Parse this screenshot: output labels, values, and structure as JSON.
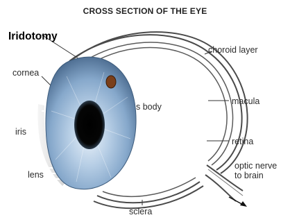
{
  "title": "CROSS SECTION OF THE EYE",
  "callout": "Iridotomy",
  "labels": {
    "cornea": "cornea",
    "iris": "iris",
    "lens": "lens",
    "vitreous_fragment": "s body",
    "choroid": "choroid layer",
    "macula": "macula",
    "retina": "retina",
    "optic_nerve_line1": "optic nerve",
    "optic_nerve_line2": "to brain",
    "sclera": "sclera"
  },
  "colors": {
    "outline": "#4a4a4a",
    "iris_light": "#dbe8f5",
    "iris_mid": "#8fb0d0",
    "iris_dark": "#4f6f92",
    "pupil": "#000000",
    "iridotomy_hole": "#7a3f1a",
    "text": "#2b2b2b"
  }
}
